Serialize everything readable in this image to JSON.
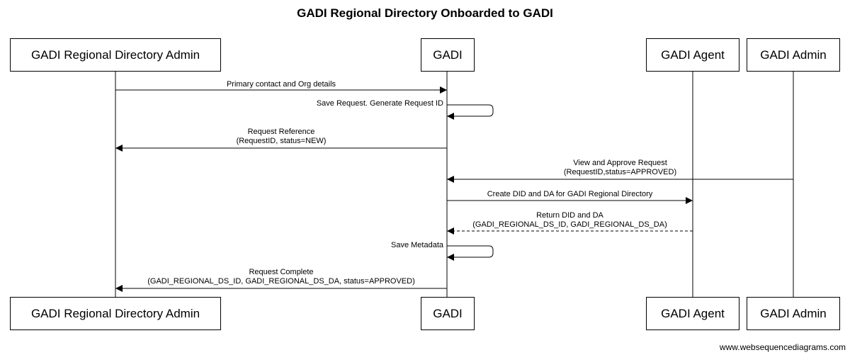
{
  "title": "GADI Regional Directory Onboarded to GADI",
  "participants": {
    "admin": "GADI Regional Directory Admin",
    "gadi": "GADI",
    "agent": "GADI Agent",
    "gadi_admin": "GADI Admin"
  },
  "messages": {
    "m1": {
      "line1": "Primary contact and Org details"
    },
    "m2": {
      "line1": "Save Request. Generate Request ID"
    },
    "m3": {
      "line1": "Request Reference",
      "line2": "(RequestID, status=NEW)"
    },
    "m4": {
      "line1": "View and Approve Request",
      "line2": "(RequestID,status=APPROVED)"
    },
    "m5": {
      "line1": "Create DID and DA for GADI Regional Directory"
    },
    "m6": {
      "line1": "Return DID and DA",
      "line2": "(GADI_REGIONAL_DS_ID, GADI_REGIONAL_DS_DA)"
    },
    "m7": {
      "line1": "Save Metadata"
    },
    "m8": {
      "line1": "Request Complete",
      "line2": "(GADI_REGIONAL_DS_ID, GADI_REGIONAL_DS_DA, status=APPROVED)"
    }
  },
  "watermark": "www.websequencediagrams.com"
}
